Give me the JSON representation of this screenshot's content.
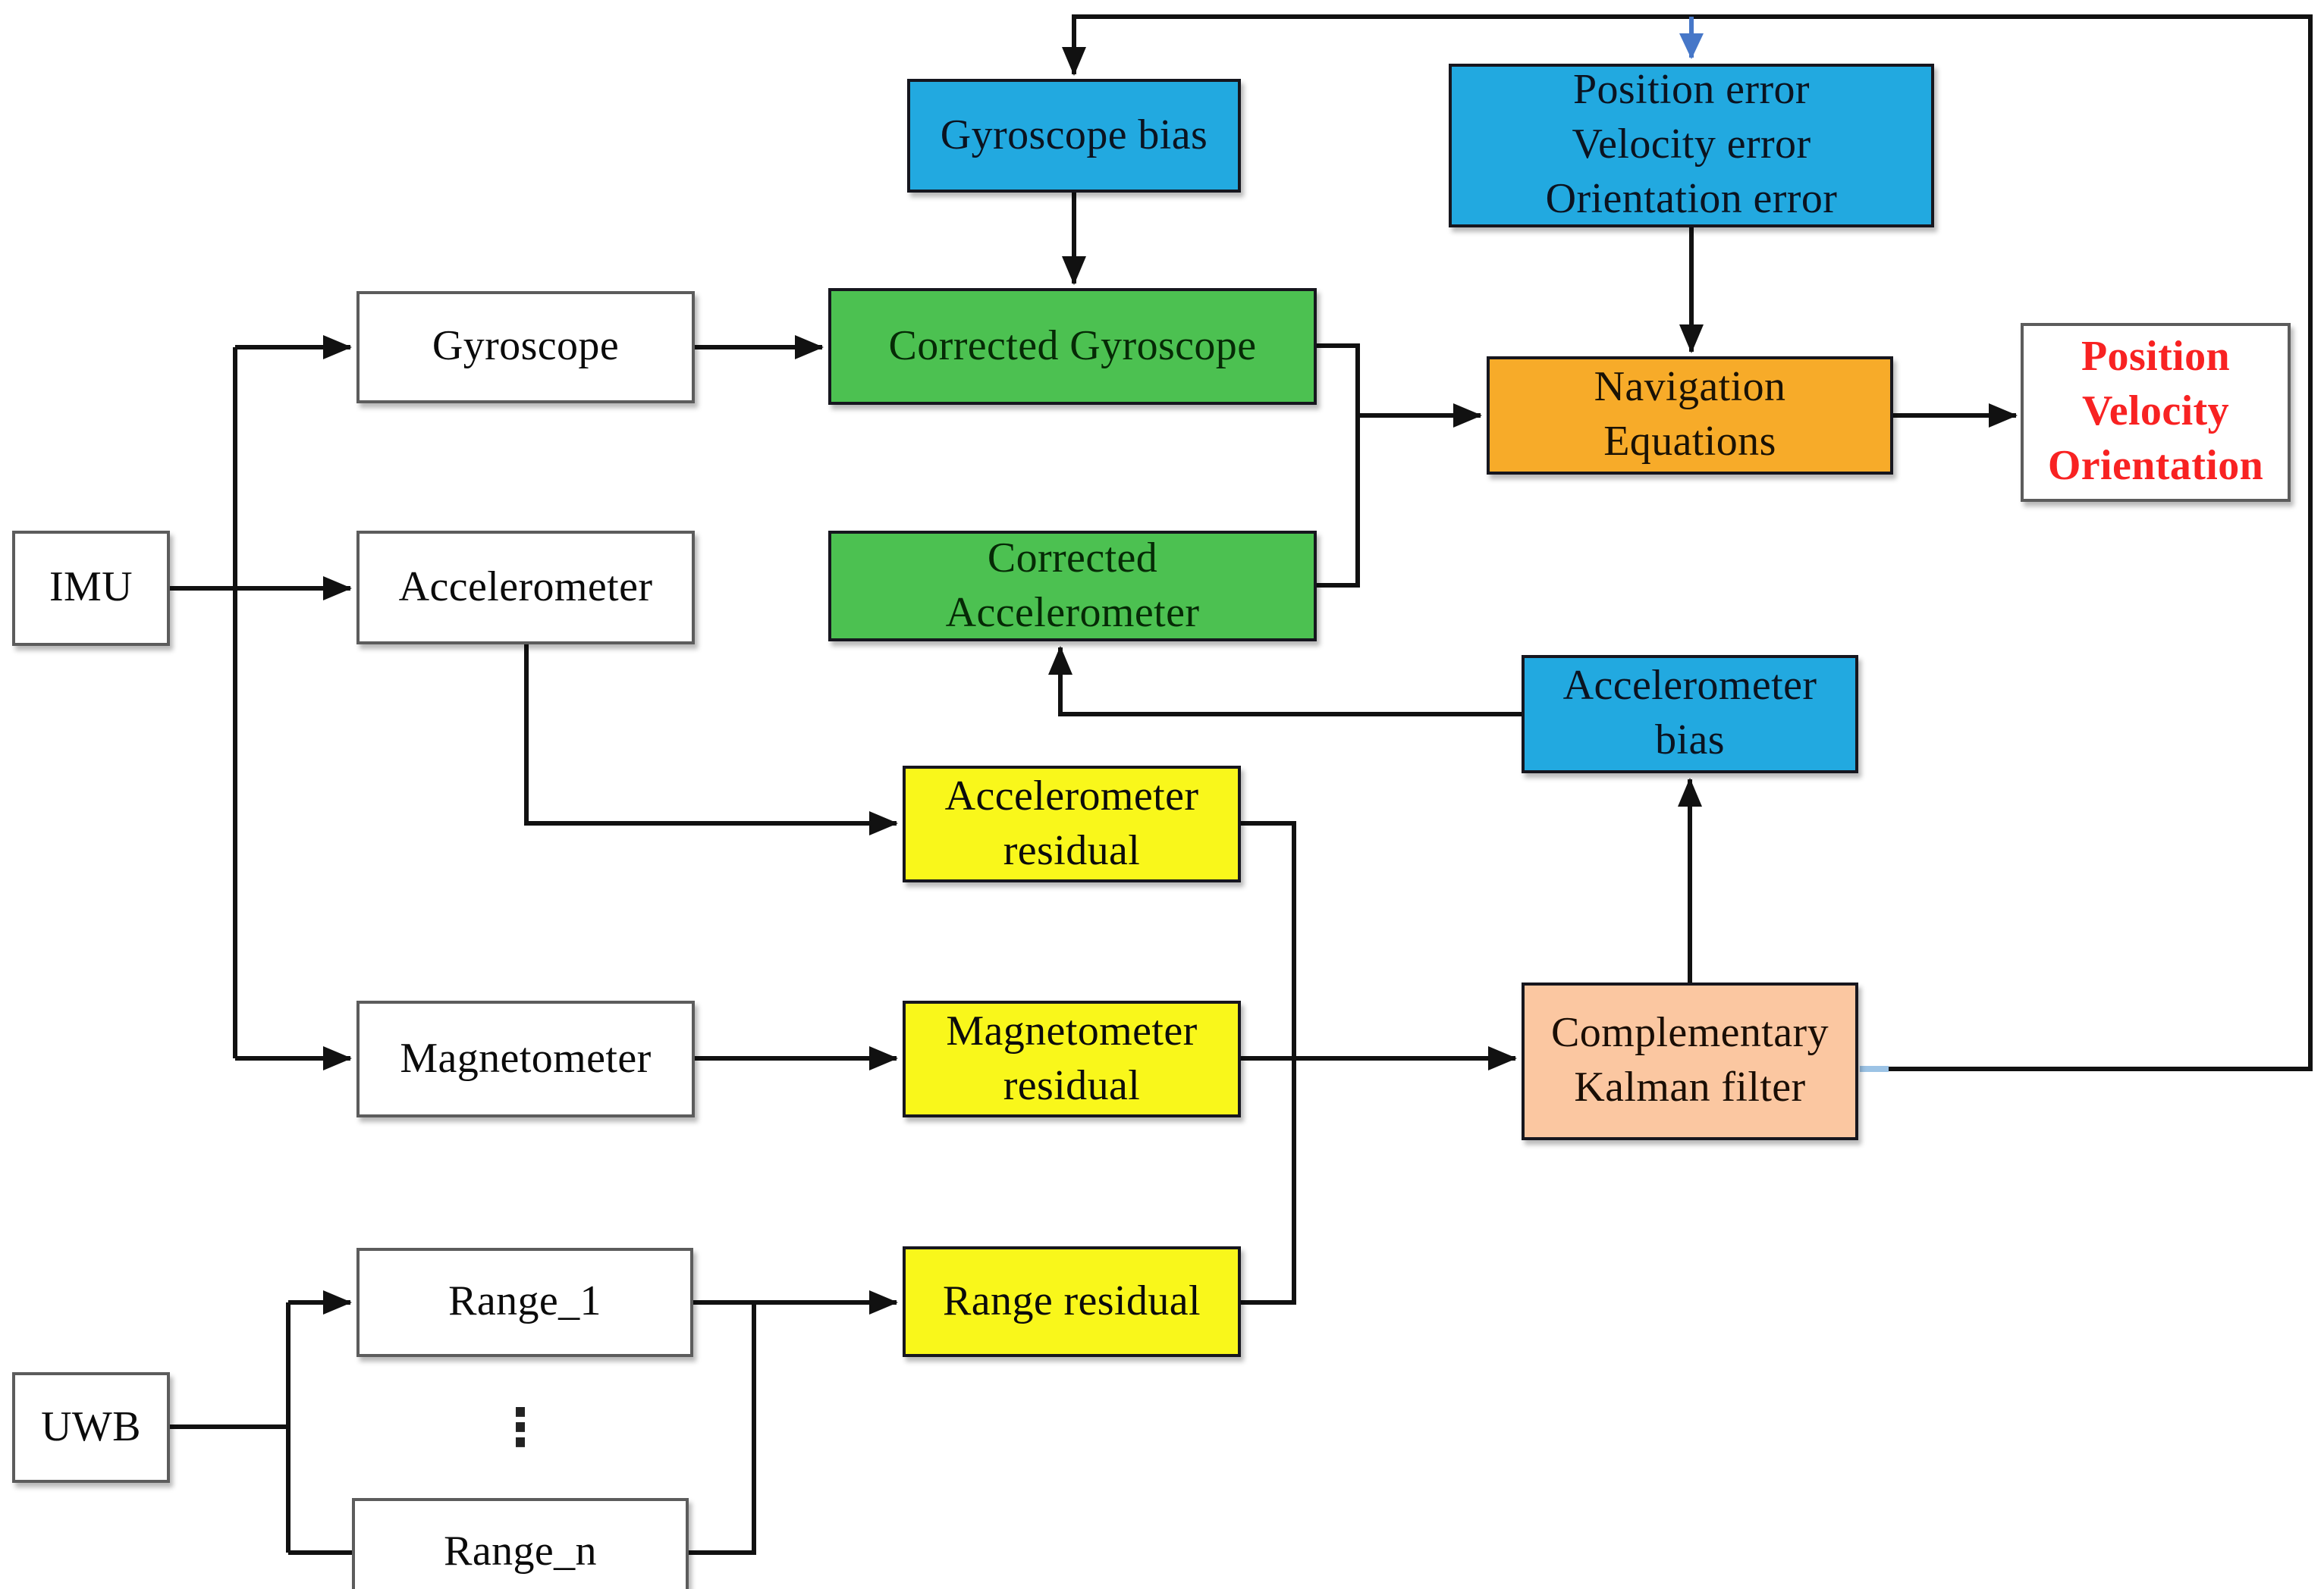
{
  "nodes": {
    "gyro_bias": {
      "label": "Gyroscope bias",
      "fill": "#22A9E0",
      "text_color": "#0B1320"
    },
    "error_state": {
      "label": "Position error\nVelocity error\nOrientation error",
      "fill": "#22A9E0",
      "text_color": "#0B1320"
    },
    "gyroscope": {
      "label": "Gyroscope",
      "fill": "#FFFFFF",
      "text_color": "#0B0B0B"
    },
    "corrected_gyro": {
      "label": "Corrected Gyroscope",
      "fill": "#4CC151",
      "text_color": "#062A06"
    },
    "nav_eq": {
      "label": "Navigation\nEquations",
      "fill": "#F7AB29",
      "text_color": "#1A1205"
    },
    "pvo": {
      "label": "Position\nVelocity\nOrientation",
      "fill": "#FFFFFF",
      "text_color": "#F82222"
    },
    "imu": {
      "label": "IMU",
      "fill": "#FFFFFF",
      "text_color": "#0B0B0B"
    },
    "accelerometer": {
      "label": "Accelerometer",
      "fill": "#FFFFFF",
      "text_color": "#0B0B0B"
    },
    "corrected_accel": {
      "label": "Corrected\nAccelerometer",
      "fill": "#4CC151",
      "text_color": "#062A06"
    },
    "accel_bias": {
      "label": "Accelerometer\nbias",
      "fill": "#22A9E0",
      "text_color": "#0B1320"
    },
    "accel_residual": {
      "label": "Accelerometer\nresidual",
      "fill": "#F9F71B",
      "text_color": "#0B0B0B"
    },
    "magnetometer": {
      "label": "Magnetometer",
      "fill": "#FFFFFF",
      "text_color": "#0B0B0B"
    },
    "mag_residual": {
      "label": "Magnetometer\nresidual",
      "fill": "#F9F71B",
      "text_color": "#0B0B0B"
    },
    "kalman": {
      "label": "Complementary\nKalman filter",
      "fill": "#FBC7A1",
      "text_color": "#1A0E05"
    },
    "range_1": {
      "label": "Range_1",
      "fill": "#FFFFFF",
      "text_color": "#0B0B0B"
    },
    "range_residual": {
      "label": "Range residual",
      "fill": "#F9F71B",
      "text_color": "#0B0B0B"
    },
    "uwb": {
      "label": "UWB",
      "fill": "#FFFFFF",
      "text_color": "#0B0B0B"
    },
    "range_n": {
      "label": "Range_n",
      "fill": "#FFFFFF",
      "text_color": "#0B0B0B"
    }
  },
  "ellipsis": "⋮",
  "connector_colors": {
    "line": "#111111",
    "blue_arrow": "#4677C8",
    "light_blue_stub": "#9CC3E5"
  }
}
